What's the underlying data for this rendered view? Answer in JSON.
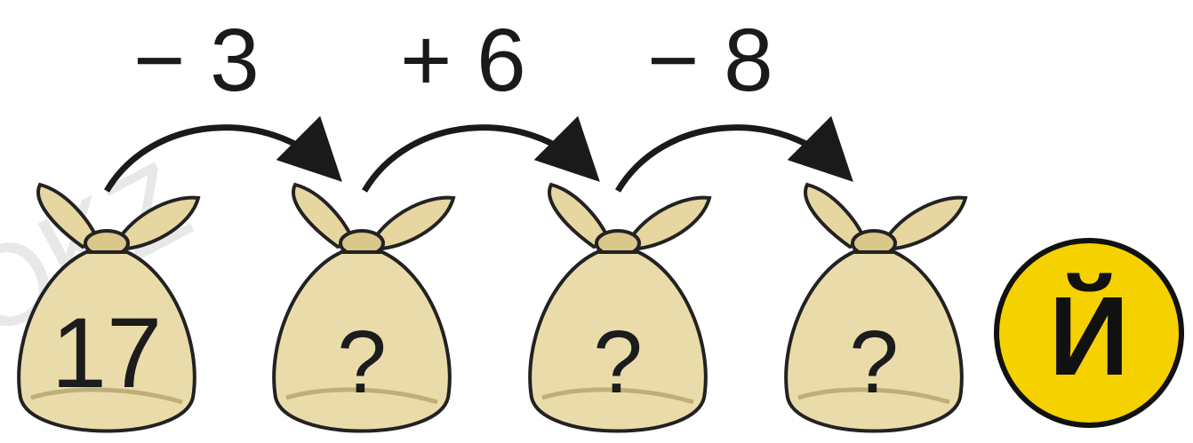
{
  "operations": [
    "− 3",
    "+ 6",
    "− 8"
  ],
  "sacks": [
    {
      "label": "17"
    },
    {
      "label": "?"
    },
    {
      "label": "?"
    },
    {
      "label": "?"
    }
  ],
  "badge": {
    "letter": "Й",
    "color": "#f5d100"
  },
  "watermark": "OKZ"
}
